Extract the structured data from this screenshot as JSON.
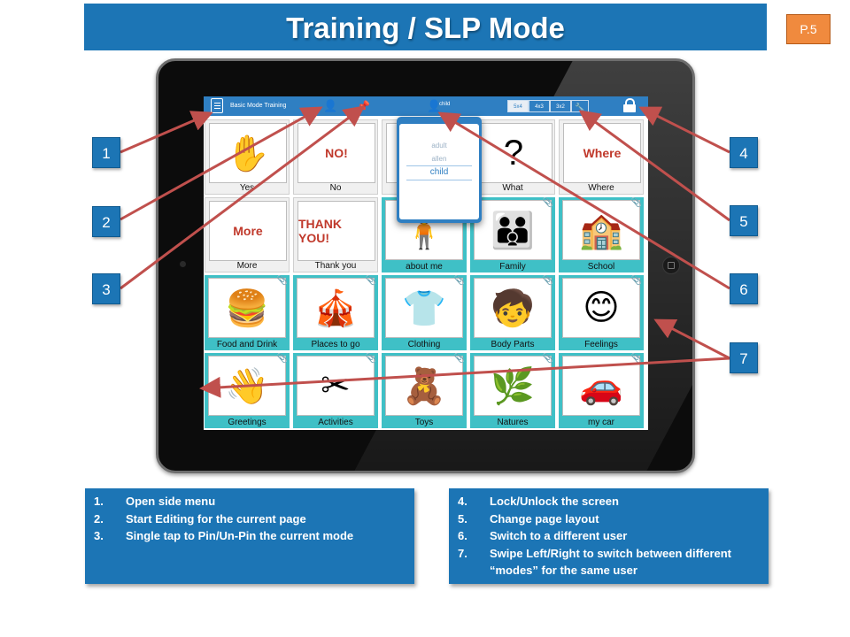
{
  "title": "Training / SLP Mode",
  "page_badge": "P.5",
  "app": {
    "mode_label": "Basic Mode Training",
    "current_user": "child",
    "layout_options": [
      "5x4",
      "4x3",
      "3x2"
    ],
    "selected_layout": "5x4",
    "user_menu": [
      "adult",
      "allen",
      "child"
    ],
    "selected_user": "child"
  },
  "tiles": [
    {
      "label": "Yes",
      "folder": false,
      "icon": "pointing-hand-icon",
      "glyph": "✋"
    },
    {
      "label": "No",
      "folder": false,
      "icon": "no-speech-burst-icon",
      "glyph": "NO!"
    },
    {
      "label": "",
      "folder": false,
      "icon": "",
      "glyph": ""
    },
    {
      "label": "What",
      "folder": false,
      "icon": "question-mark-icon",
      "glyph": "?"
    },
    {
      "label": "Where",
      "folder": false,
      "icon": "footprint-icon",
      "glyph": "Where"
    },
    {
      "label": "More",
      "folder": false,
      "icon": "cup-icon",
      "glyph": "More"
    },
    {
      "label": "Thank you",
      "folder": false,
      "icon": "thank-you-bear-icon",
      "glyph": "THANK YOU!"
    },
    {
      "label": "about me",
      "folder": true,
      "icon": "girl-icon",
      "glyph": "🧍"
    },
    {
      "label": "Family",
      "folder": true,
      "icon": "family-icon",
      "glyph": "👪"
    },
    {
      "label": "School",
      "folder": true,
      "icon": "school-icon",
      "glyph": "🏫"
    },
    {
      "label": "Food and Drink",
      "folder": true,
      "icon": "food-icon",
      "glyph": "🍔"
    },
    {
      "label": "Places to go",
      "folder": true,
      "icon": "places-icon",
      "glyph": "🎪"
    },
    {
      "label": "Clothing",
      "folder": true,
      "icon": "clothing-icon",
      "glyph": "👕"
    },
    {
      "label": "Body Parts",
      "folder": true,
      "icon": "body-icon",
      "glyph": "🧒"
    },
    {
      "label": "Feelings",
      "folder": true,
      "icon": "faces-icon",
      "glyph": "😊"
    },
    {
      "label": "Greetings",
      "folder": true,
      "icon": "greetings-icon",
      "glyph": "👋"
    },
    {
      "label": "Activities",
      "folder": true,
      "icon": "activities-icon",
      "glyph": "✂"
    },
    {
      "label": "Toys",
      "folder": true,
      "icon": "toys-icon",
      "glyph": "🧸"
    },
    {
      "label": "Natures",
      "folder": true,
      "icon": "nature-icon",
      "glyph": "🌿"
    },
    {
      "label": "my car",
      "folder": true,
      "icon": "car-icon",
      "glyph": "🚗"
    }
  ],
  "callouts": [
    "1",
    "2",
    "3",
    "4",
    "5",
    "6",
    "7"
  ],
  "legend_left": [
    {
      "n": "1.",
      "text": "Open side menu"
    },
    {
      "n": "2.",
      "text": "Start Editing for the current page"
    },
    {
      "n": "3.",
      "text": "Single tap to Pin/Un-Pin the current mode"
    }
  ],
  "legend_right": [
    {
      "n": "4.",
      "text": "Lock/Unlock the screen"
    },
    {
      "n": "5.",
      "text": "Change page layout"
    },
    {
      "n": "6.",
      "text": "Switch to a different user"
    },
    {
      "n": "7.",
      "text": "Swipe Left/Right to switch between different “modes” for the same user"
    }
  ],
  "colors": {
    "banner": "#1c75b5",
    "badge": "#f08a3e",
    "folder_tile": "#3fc0c6",
    "arrow": "#c0504d"
  }
}
